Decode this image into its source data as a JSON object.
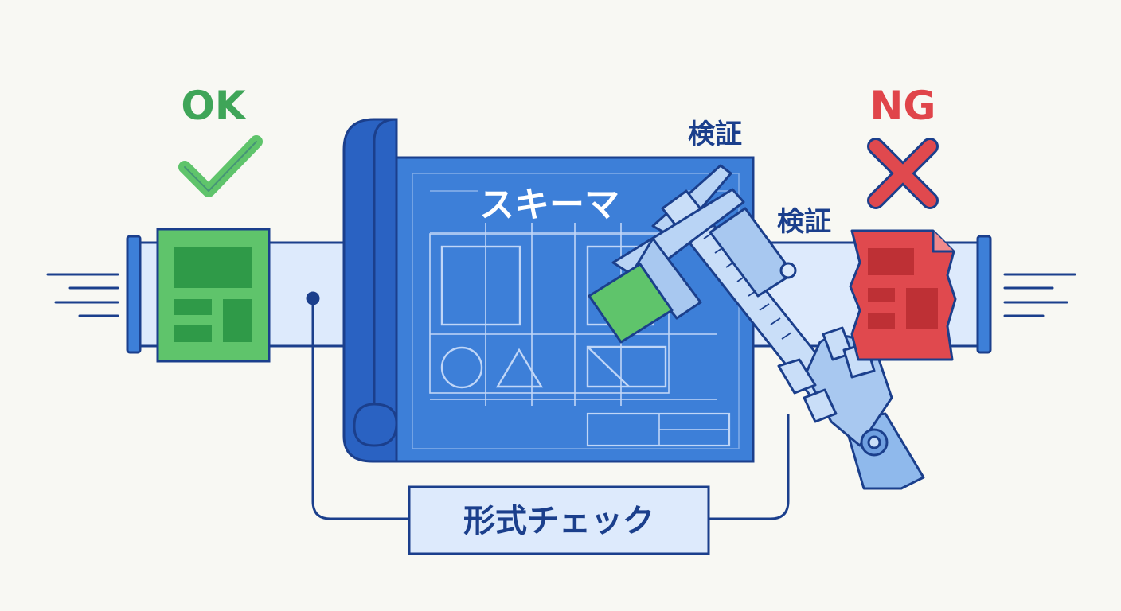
{
  "labels": {
    "ok": "OK",
    "ng": "NG",
    "schema": "スキーマ",
    "verify_top": "検証",
    "verify_right": "検証",
    "format_check": "形式チェック"
  },
  "icons": {
    "ok_mark": "checkmark-icon",
    "ng_mark": "cross-icon",
    "valid_doc": "document-icon",
    "invalid_doc": "damaged-document-icon",
    "tool": "caliper-icon",
    "hand": "robot-hand-icon"
  },
  "colors": {
    "navy": "#1b3f8c",
    "blueprint": "#3d7fd8",
    "blueprint_dark": "#2a62c2",
    "pipe": "#ddeafc",
    "ok_green": "#3fa558",
    "ok_fill": "#5fc46b",
    "ng_red": "#e0454a",
    "ng_fill": "#e0494e",
    "robot": "#8fb9ec",
    "background": "#f8f8f3"
  }
}
